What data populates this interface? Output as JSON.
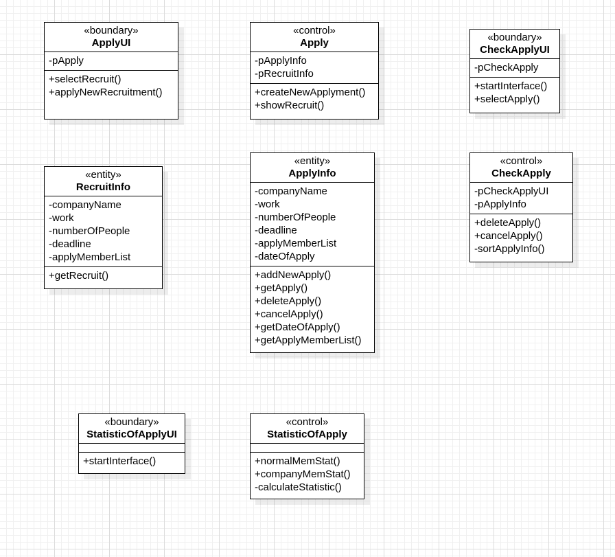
{
  "classes": [
    {
      "id": "apply-ui",
      "stereotype": "«boundary»",
      "name": "ApplyUI",
      "attributes": [
        "-pApply"
      ],
      "operations": [
        "+selectRecruit()",
        "+applyNewRecruitment()"
      ]
    },
    {
      "id": "apply",
      "stereotype": "«control»",
      "name": "Apply",
      "attributes": [
        "-pApplyInfo",
        "-pRecruitInfo"
      ],
      "operations": [
        "+createNewApplyment()",
        "+showRecruit()"
      ]
    },
    {
      "id": "check-apply-ui",
      "stereotype": "«boundary»",
      "name": "CheckApplyUI",
      "attributes": [
        "-pCheckApply"
      ],
      "operations": [
        "+startInterface()",
        "+selectApply()"
      ]
    },
    {
      "id": "recruit-info",
      "stereotype": "«entity»",
      "name": "RecruitInfo",
      "attributes": [
        "-companyName",
        "-work",
        "-numberOfPeople",
        "-deadline",
        "-applyMemberList"
      ],
      "operations": [
        "+getRecruit()"
      ]
    },
    {
      "id": "apply-info",
      "stereotype": "«entity»",
      "name": "ApplyInfo",
      "attributes": [
        "-companyName",
        "-work",
        "-numberOfPeople",
        "-deadline",
        "-applyMemberList",
        "-dateOfApply"
      ],
      "operations": [
        "+addNewApply()",
        "+getApply()",
        "+deleteApply()",
        "+cancelApply()",
        "+getDateOfApply()",
        "+getApplyMemberList()"
      ]
    },
    {
      "id": "check-apply",
      "stereotype": "«control»",
      "name": "CheckApply",
      "attributes": [
        "-pCheckApplyUI",
        "-pApplyInfo"
      ],
      "operations": [
        "+deleteApply()",
        "+cancelApply()",
        "-sortApplyInfo()"
      ]
    },
    {
      "id": "statistic-of-apply-ui",
      "stereotype": "«boundary»",
      "name": "StatisticOfApplyUI",
      "attributes": [],
      "operations": [
        "+startInterface()"
      ]
    },
    {
      "id": "statistic-of-apply",
      "stereotype": "«control»",
      "name": "StatisticOfApply",
      "attributes": [],
      "operations": [
        "+normalMemStat()",
        "+companyMemStat()",
        "-calculateStatistic()"
      ]
    }
  ]
}
